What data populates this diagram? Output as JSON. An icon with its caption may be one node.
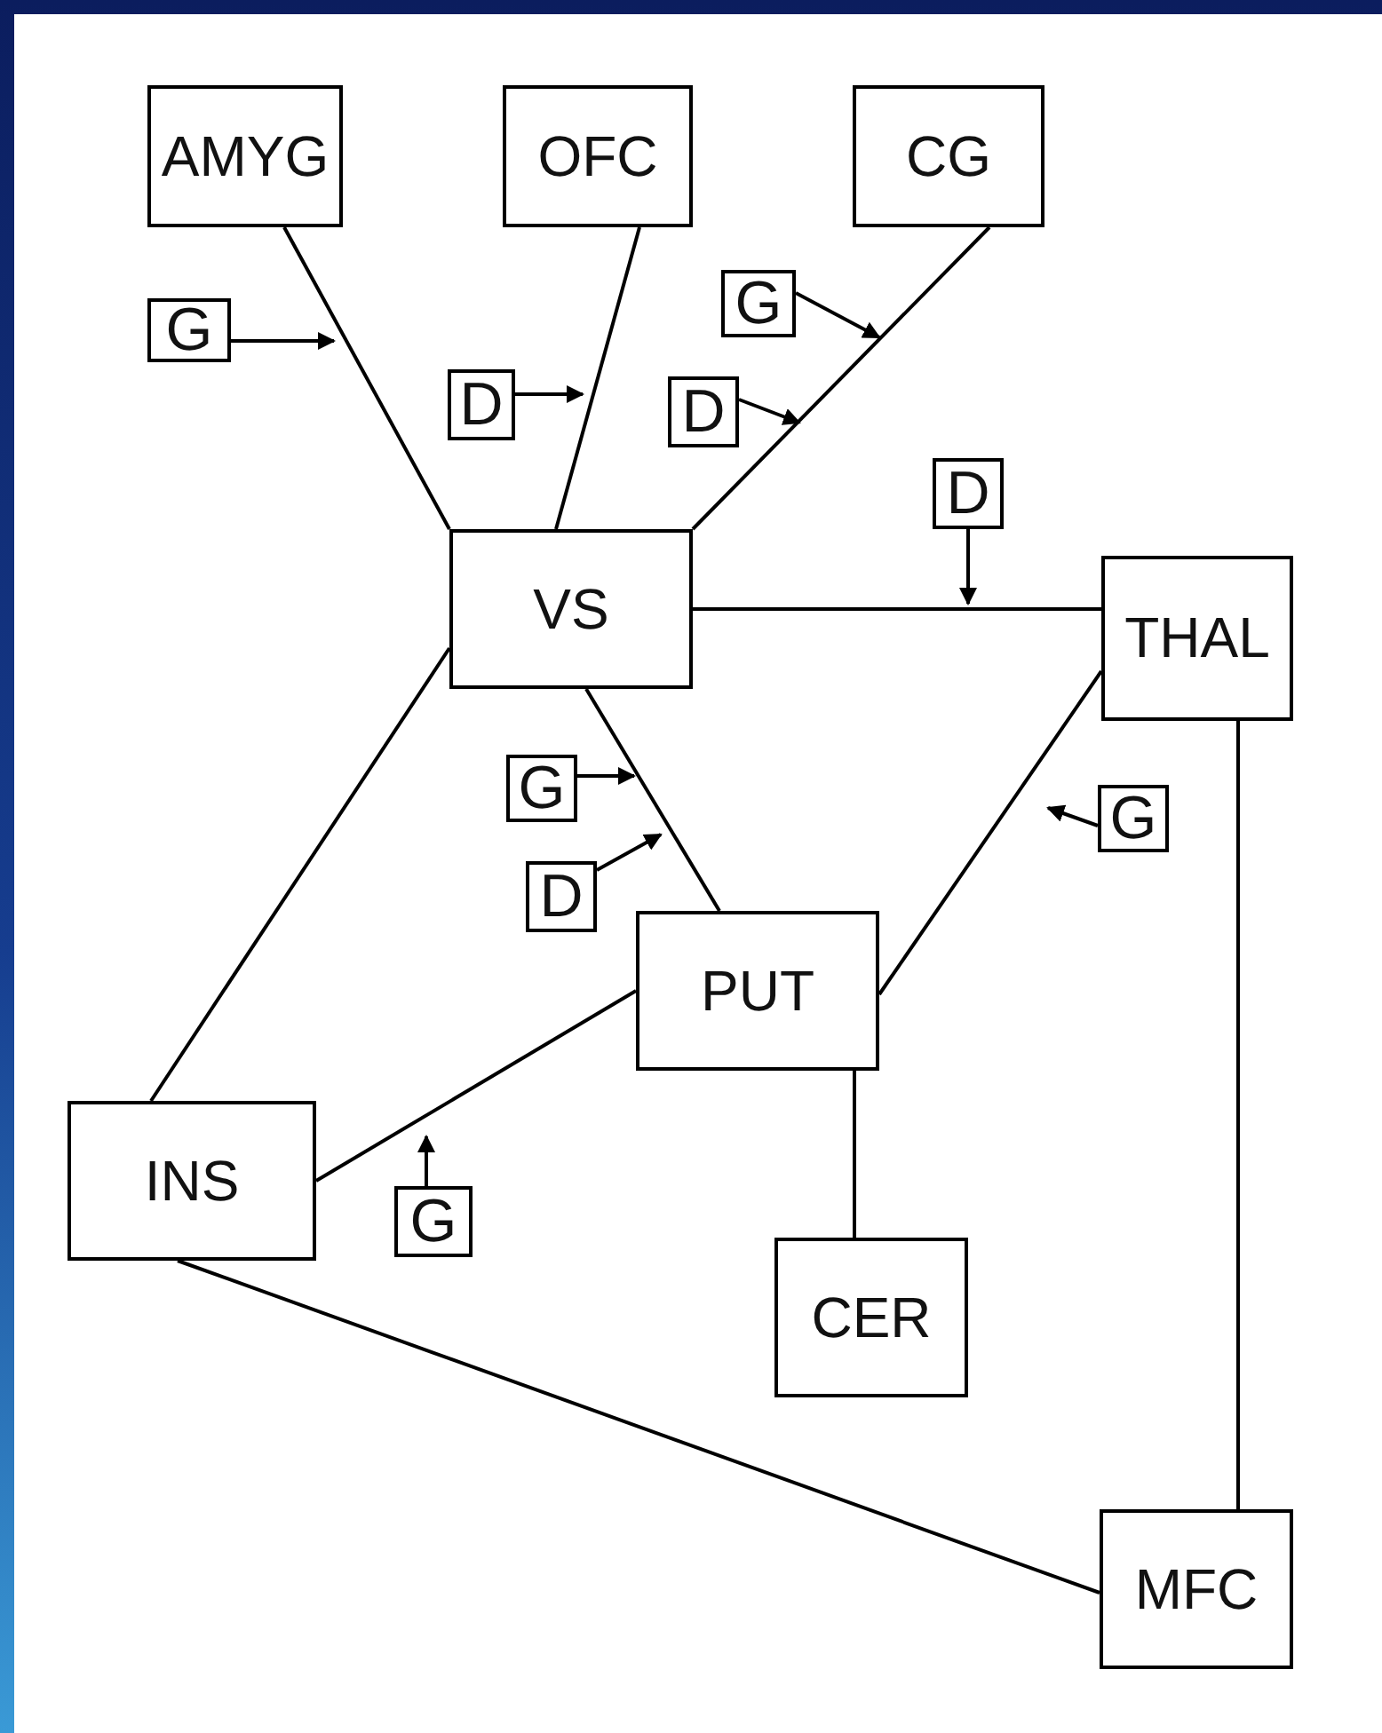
{
  "diagram": {
    "nodes": [
      {
        "text": [
          "AMYG"
        ]
      },
      {
        "text": [
          "OFC"
        ]
      },
      {
        "text": [
          "CG"
        ]
      },
      {
        "text": [
          "VS"
        ]
      },
      {
        "text": [
          "THAL"
        ]
      },
      {
        "text": [
          "PUT"
        ]
      },
      {
        "text": [
          "INS"
        ]
      },
      {
        "text": [
          "CER"
        ]
      },
      {
        "text": [
          "MFC"
        ]
      },
      {
        "text": [
          "G"
        ]
      },
      {
        "text": [
          "D"
        ]
      },
      {
        "text": [
          "G"
        ]
      },
      {
        "text": [
          "D"
        ]
      },
      {
        "text": [
          "D"
        ]
      },
      {
        "text": [
          "G"
        ]
      },
      {
        "text": [
          "D"
        ]
      },
      {
        "text": [
          "G"
        ]
      },
      {
        "text": [
          "G"
        ]
      }
    ],
    "edges": [
      {
        "from": 0,
        "to": 3,
        "arrow": "none"
      },
      {
        "from": 1,
        "to": 3,
        "arrow": "none"
      },
      {
        "from": 2,
        "to": 3,
        "arrow": "none"
      },
      {
        "from": 3,
        "to": 4,
        "arrow": "none"
      },
      {
        "from": 3,
        "to": 6,
        "arrow": "none"
      },
      {
        "from": 3,
        "to": 5,
        "arrow": "none"
      },
      {
        "from": 4,
        "to": 5,
        "arrow": "none"
      },
      {
        "from": 5,
        "to": 6,
        "arrow": "none"
      },
      {
        "from": 5,
        "to": 7,
        "arrow": "none"
      },
      {
        "from": 4,
        "to": 8,
        "arrow": "none"
      },
      {
        "from": 6,
        "to": 8,
        "arrow": "none"
      },
      {
        "from": 9,
        "to": null,
        "arrow": "to"
      },
      {
        "from": 10,
        "to": null,
        "arrow": "to"
      },
      {
        "from": 11,
        "to": null,
        "arrow": "to"
      },
      {
        "from": 12,
        "to": null,
        "arrow": "to"
      },
      {
        "from": 13,
        "to": null,
        "arrow": "to"
      },
      {
        "from": 14,
        "to": null,
        "arrow": "to"
      },
      {
        "from": 15,
        "to": null,
        "arrow": "to"
      },
      {
        "from": 16,
        "to": null,
        "arrow": "to"
      },
      {
        "from": 17,
        "to": null,
        "arrow": "to"
      }
    ]
  }
}
